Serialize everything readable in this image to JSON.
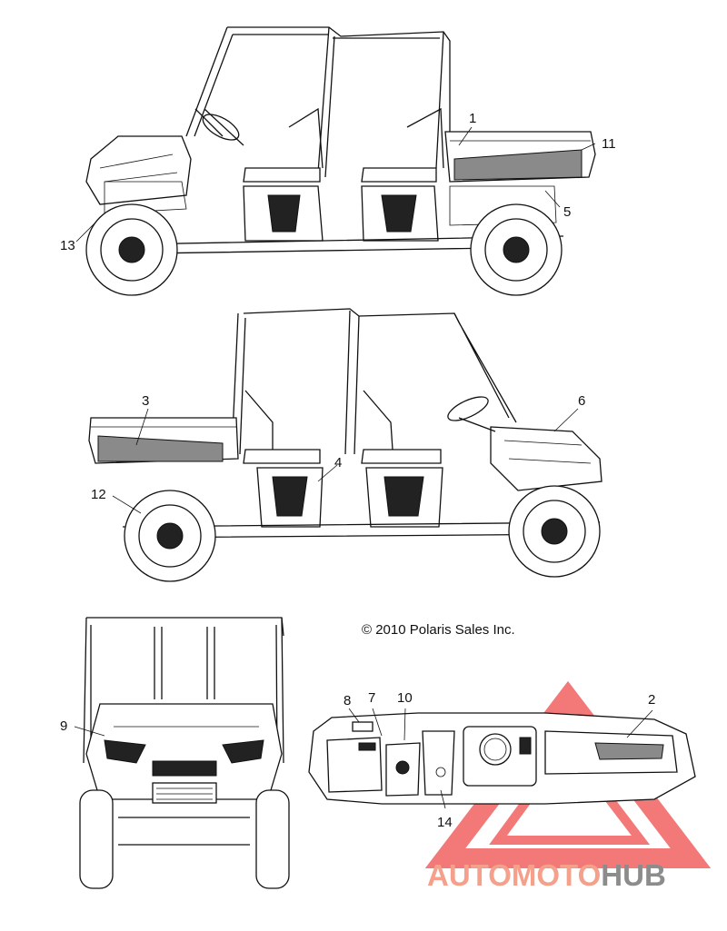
{
  "copyright": "© 2010 Polaris Sales Inc.",
  "watermark": {
    "part1": "AUTOMOTO",
    "part2": "HUB",
    "color1": "#f4a08a",
    "color2": "#8c8c8c",
    "triangle_color": "#ef4b4b"
  },
  "callouts": [
    {
      "id": "c1",
      "text": "1"
    },
    {
      "id": "c11",
      "text": "11"
    },
    {
      "id": "c5",
      "text": "5"
    },
    {
      "id": "c13",
      "text": "13"
    },
    {
      "id": "c3",
      "text": "3"
    },
    {
      "id": "c6",
      "text": "6"
    },
    {
      "id": "c4",
      "text": "4"
    },
    {
      "id": "c12",
      "text": "12"
    },
    {
      "id": "c9",
      "text": "9"
    },
    {
      "id": "c8",
      "text": "8"
    },
    {
      "id": "c7",
      "text": "7"
    },
    {
      "id": "c10",
      "text": "10"
    },
    {
      "id": "c2",
      "text": "2"
    },
    {
      "id": "c14",
      "text": "14"
    }
  ]
}
